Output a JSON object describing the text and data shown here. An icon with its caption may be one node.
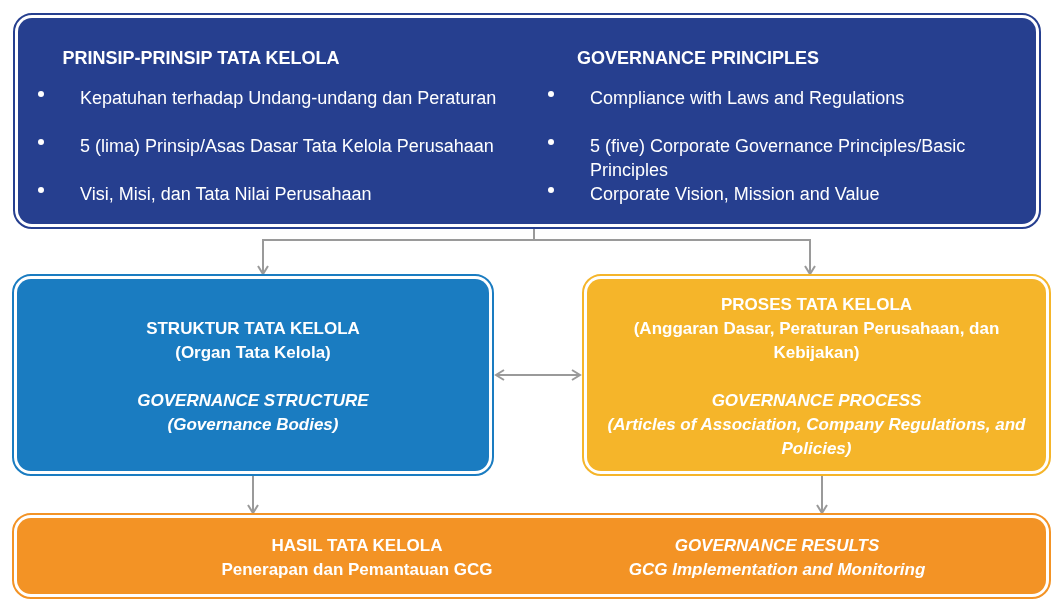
{
  "diagram": {
    "nodes": [
      {
        "text": [
          "PRINSIP-PRINSIP TATA KELOLA",
          "GOVERNANCE PRINCIPLES",
          "Kepatuhan terhadap Undang-undang dan Peraturan",
          "5 (lima) Prinsip/Asas Dasar Tata Kelola Perusahaan",
          "Visi, Misi, dan Tata Nilai Perusahaan",
          "Compliance with Laws and Regulations",
          "5 (five) Corporate Governance Principles/Basic Principles",
          "Corporate Vision, Mission and Value"
        ]
      },
      {
        "text": [
          "STRUKTUR TATA KELOLA",
          "(Organ Tata Kelola)",
          "GOVERNANCE STRUCTURE",
          "(Governance Bodies)"
        ]
      },
      {
        "text": [
          "PROSES TATA KELOLA",
          "(Anggaran Dasar, Peraturan Perusahaan, dan Kebijakan)",
          "GOVERNANCE PROCESS",
          "(Articles of Association, Company Regulations, and Policies)"
        ]
      },
      {
        "text": [
          "HASIL TATA KELOLA",
          "Penerapan dan Pemantauan GCG",
          "GOVERNANCE RESULTS",
          "GCG Implementation and Monitoring"
        ]
      }
    ],
    "edges": [
      {
        "from": 0,
        "to": 1,
        "arrow": "to"
      },
      {
        "from": 0,
        "to": 2,
        "arrow": "to"
      },
      {
        "from": 1,
        "to": 2,
        "arrow": "both"
      },
      {
        "from": 1,
        "to": 3,
        "arrow": "to"
      },
      {
        "from": 2,
        "to": 3,
        "arrow": "to"
      }
    ]
  }
}
